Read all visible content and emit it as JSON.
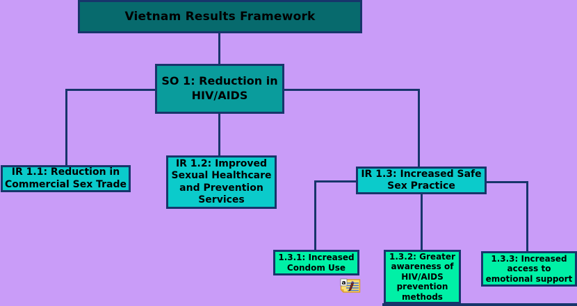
{
  "diagram": {
    "title": {
      "label": "Vietnam Results Framework",
      "fill": "#076a6d"
    },
    "objective": {
      "label": "SO 1: Reduction in HIV/AIDS",
      "fill": "#0a9c9c"
    },
    "intermediate_results": [
      {
        "id": "IR 1.1",
        "label": "IR 1.1: Reduction in Commercial Sex Trade",
        "fill": "#0bcbcb"
      },
      {
        "id": "IR 1.2",
        "label": "IR 1.2: Improved Sexual Healthcare and Prevention Services",
        "fill": "#0bcbcb"
      },
      {
        "id": "IR 1.3",
        "label": "IR 1.3: Increased Safe Sex Practice",
        "fill": "#0bcbcb"
      }
    ],
    "sub_results": [
      {
        "id": "1.3.1",
        "label": "1.3.1: Increased Condom Use",
        "fill": "#00f0a6"
      },
      {
        "id": "1.3.2",
        "label": "1.3.2: Greater awareness of HIV/AIDS prevention methods",
        "fill": "#00f0a6"
      },
      {
        "id": "1.3.3",
        "label": "1.3.3: Increased access to emotional support",
        "fill": "#00f0a6"
      }
    ],
    "icons": {
      "note": "annotation-note-with-pencil-icon",
      "note_letter": "a"
    },
    "colors": {
      "background": "#c99cf8",
      "connector": "#17356b",
      "text": "#000000"
    }
  }
}
